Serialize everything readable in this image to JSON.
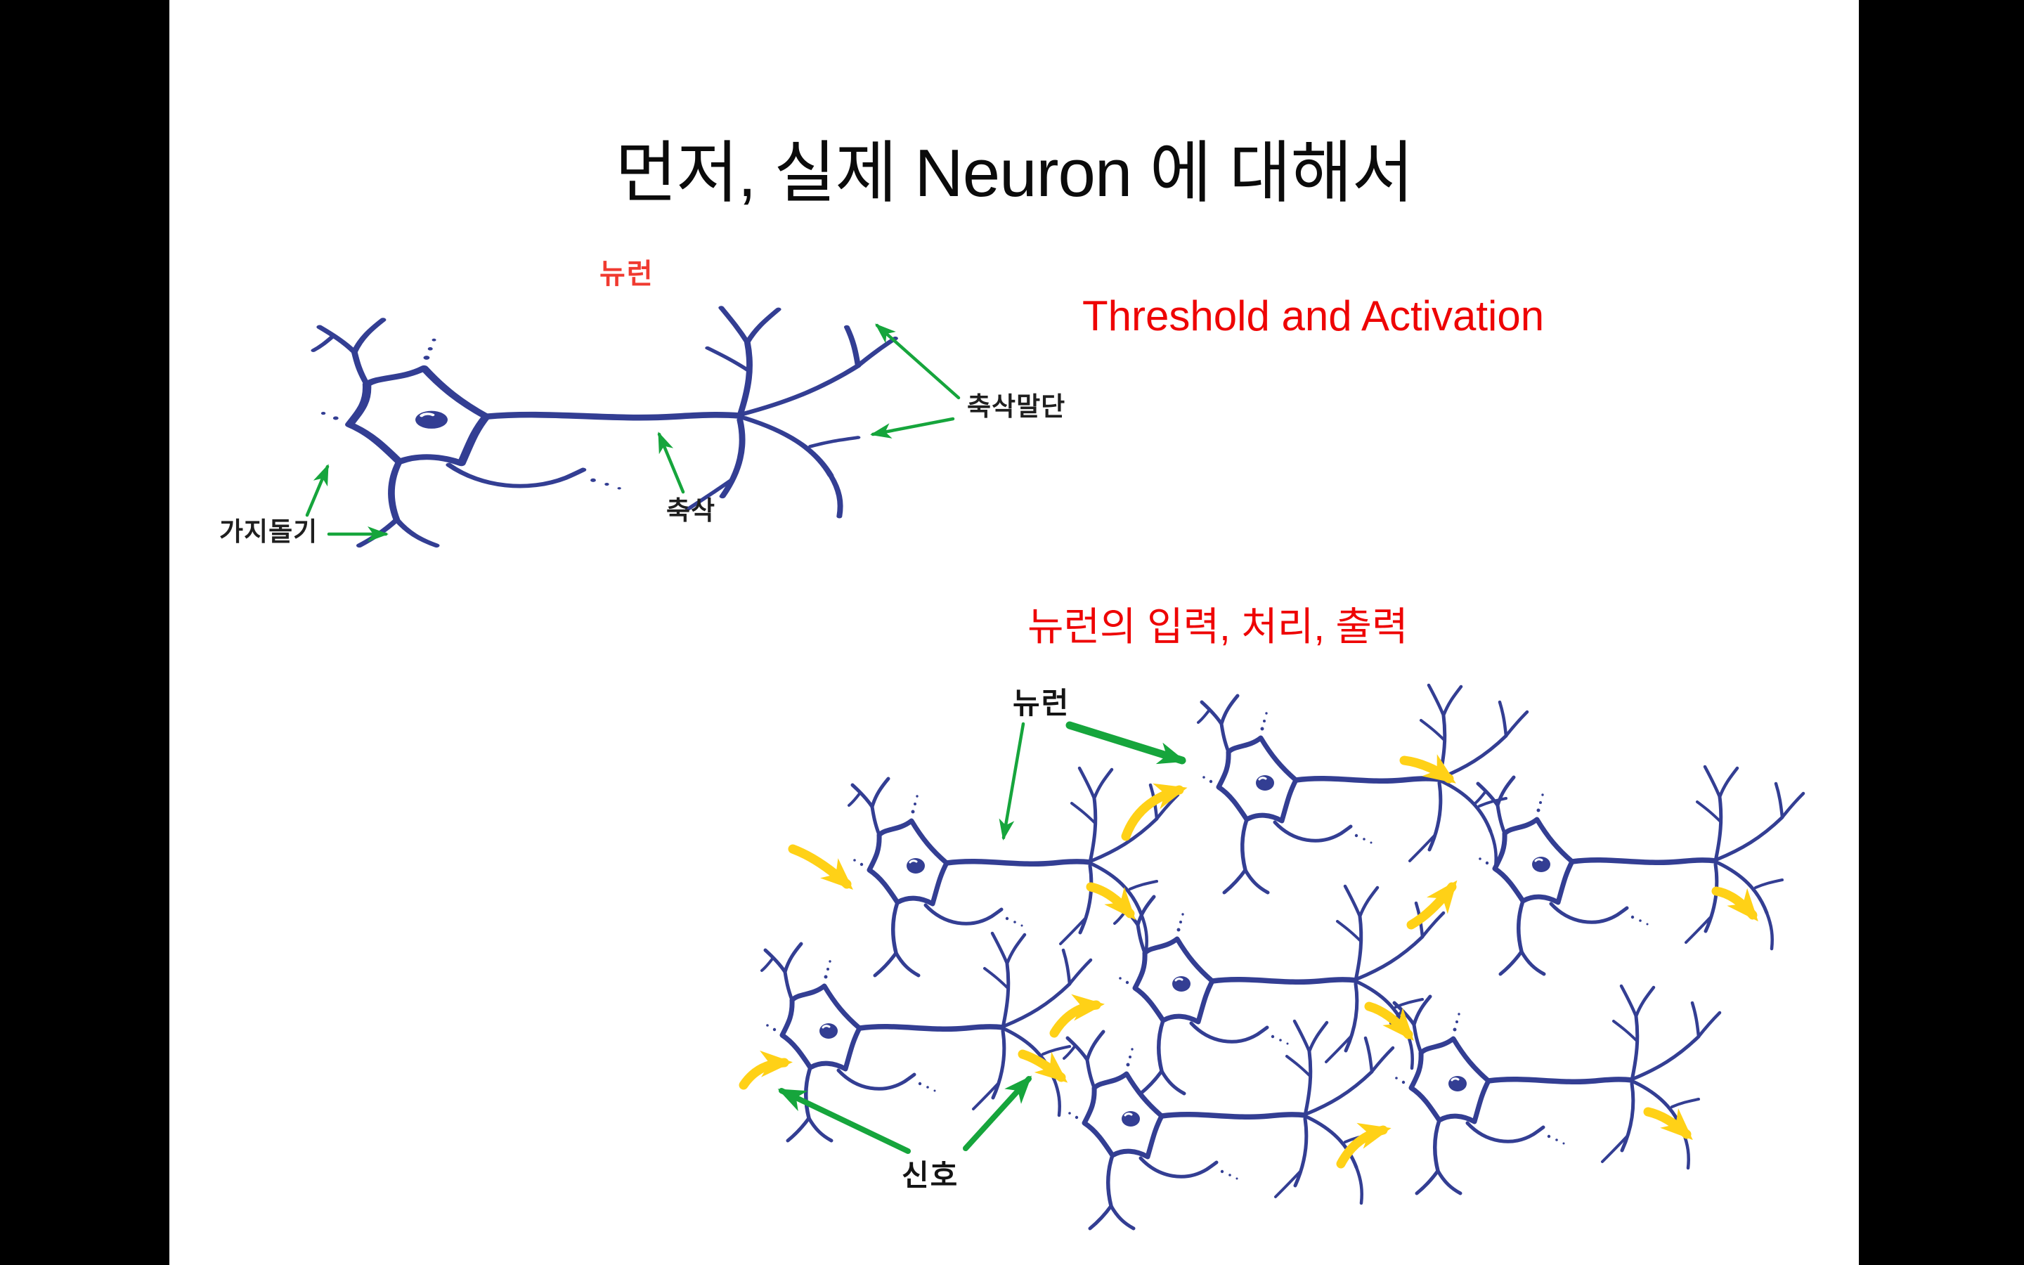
{
  "slide": {
    "title": "먼저, 실제 Neuron 에 대해서",
    "neuron_diagram": {
      "caption": "뉴런",
      "labels": {
        "dendrite": "가지돌기",
        "axon": "축삭",
        "axon_terminal": "축삭말단"
      }
    },
    "right_note": "Threshold and Activation",
    "network": {
      "caption": "뉴런의 입력, 처리, 출력",
      "neuron_label": "뉴런",
      "signal_label": "신호"
    },
    "colors": {
      "neuron_ink": "#333e93",
      "signal_arrow": "#ffd117",
      "label_arrow": "#16a53c",
      "accent_red": "#ee0404",
      "caption_red": "#f03a30",
      "letterbox": "#000000"
    }
  }
}
